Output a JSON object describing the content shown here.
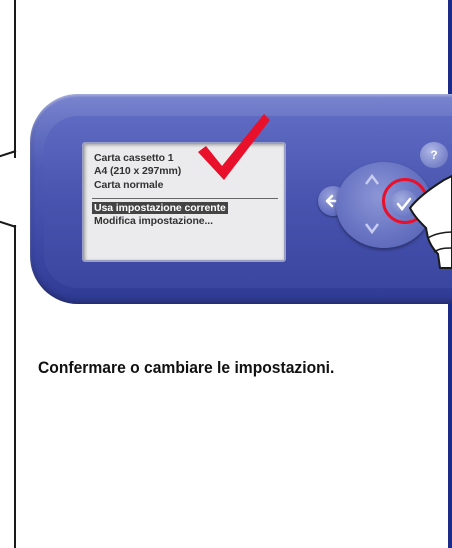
{
  "lcd": {
    "lines": [
      "Carta cassetto 1",
      "A4 (210 x 297mm)",
      "Carta normale"
    ],
    "menu": [
      {
        "label": "Usa impostazione corrente",
        "selected": true
      },
      {
        "label": "Modifica impostazione...",
        "selected": false
      }
    ]
  },
  "buttons": {
    "help_label": "?"
  },
  "icons": {
    "checkmark": "checkmark-icon",
    "back": "back-arrow-icon",
    "up": "chevron-up-icon",
    "down": "chevron-down-icon",
    "ok": "checkmark-ok-icon",
    "pointer": "pointing-hand-icon"
  },
  "colors": {
    "panel": "#4753ae",
    "highlight_ring": "#e8102a",
    "checkmark": "#e8102a",
    "selection": "#444444"
  },
  "caption": "Confermare o cambiare le impostazioni."
}
